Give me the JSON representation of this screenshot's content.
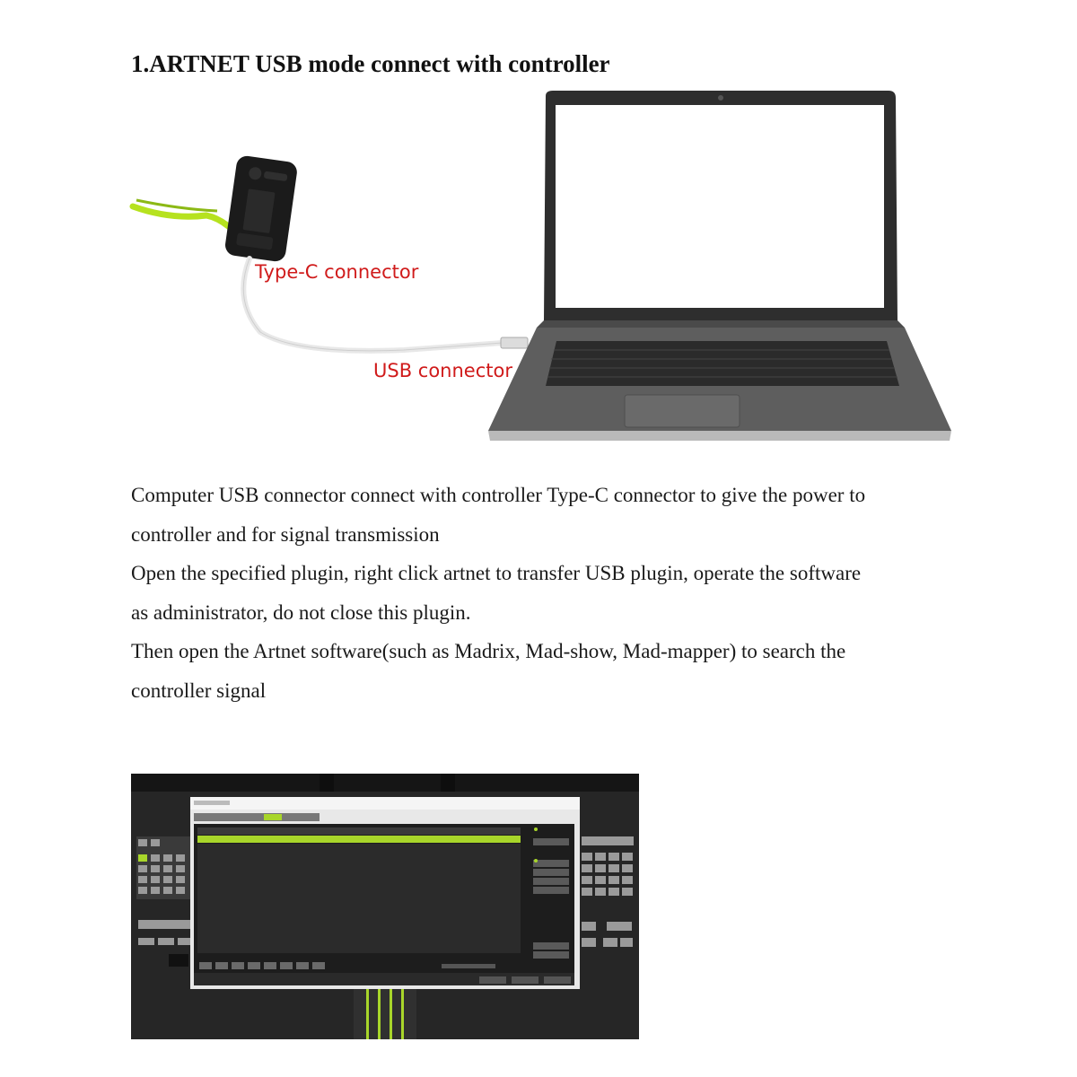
{
  "document": {
    "heading": "1.ARTNET USB mode connect with controller",
    "figure": {
      "callout_typec": "Type-C connector",
      "callout_usb": "USB connector"
    },
    "paragraphs": [
      "Computer USB connector connect with controller Type-C connector to give the power to",
      "controller and for signal transmission",
      "Open the specified plugin, right click artnet to transfer USB plugin, operate the software",
      "as administrator, do not close this plugin.",
      "Then open the Artnet software(such as Madrix, Mad-show, Mad-mapper) to search the",
      "controller signal"
    ]
  },
  "colors": {
    "callout": "#d01b1b",
    "accent_green": "#a8d62a",
    "laptop_body": "#3a3a3a"
  }
}
